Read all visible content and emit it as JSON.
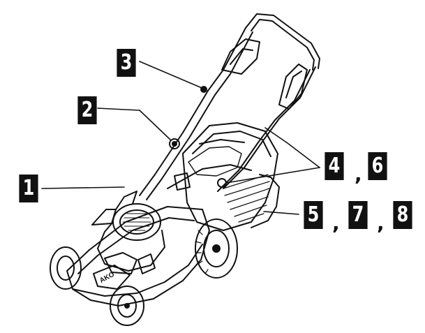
{
  "callouts": {
    "c1": "1",
    "c2": "2",
    "c3": "3",
    "c4": "4",
    "c5": "5",
    "c6": "6",
    "c7": "7",
    "c8": "8"
  },
  "separators": {
    "sep_46": ",",
    "sep_57": ",",
    "sep_78": ","
  },
  "deck_label": "AKO",
  "colors": {
    "ink": "#111111",
    "paper": "#ffffff"
  }
}
